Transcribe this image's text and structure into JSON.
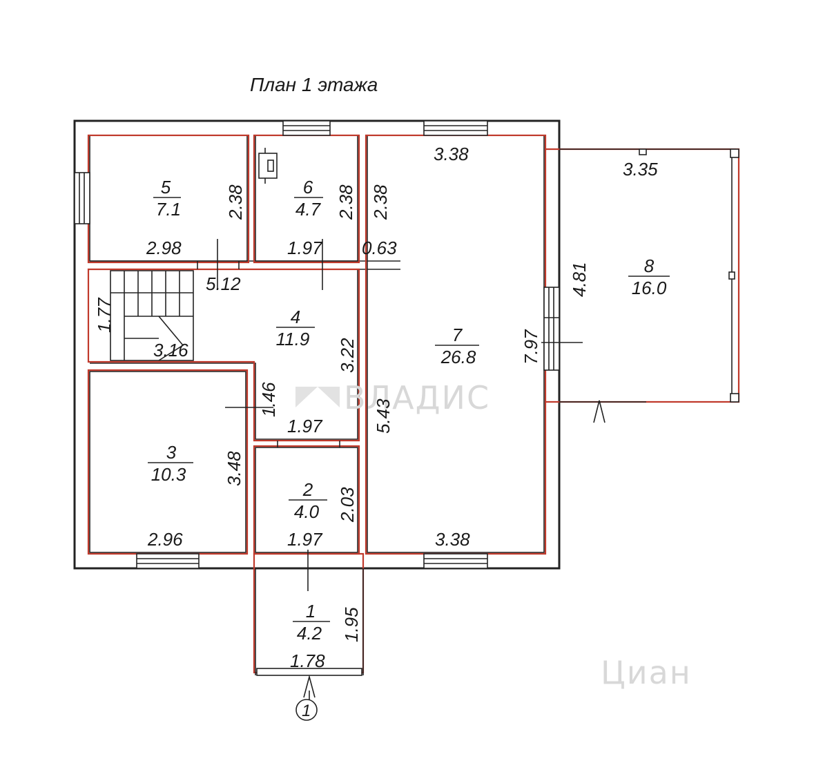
{
  "title": "План 1 этажа",
  "rooms": [
    {
      "id": "5",
      "area": "7.1"
    },
    {
      "id": "6",
      "area": "4.7"
    },
    {
      "id": "4",
      "area": "11.9"
    },
    {
      "id": "7",
      "area": "26.8"
    },
    {
      "id": "8",
      "area": "16.0"
    },
    {
      "id": "3",
      "area": "10.3"
    },
    {
      "id": "2",
      "area": "4.0"
    },
    {
      "id": "1",
      "area": "4.2"
    }
  ],
  "dimensions": {
    "r5_height": "2.38",
    "r5_width": "2.98",
    "r6_height": "2.38",
    "r6_width": "1.97",
    "r7_left_height": "2.38",
    "r7_top": "3.38",
    "r7_bottom": "3.38",
    "r7_height": "7.97",
    "r7_step": "0.63",
    "r4_left": "1.77",
    "r4_top": "5.12",
    "r4_stair": "3.16",
    "r4_height": "3.22",
    "r4_lower_height": "1.46",
    "r4_lower_width": "1.97",
    "corridor": "5.43",
    "r3_height": "3.48",
    "r3_width": "2.96",
    "r2_height": "2.03",
    "r2_width": "1.97",
    "r1_height": "1.95",
    "r1_width": "1.78",
    "r8_height": "4.81",
    "r8_width": "3.35"
  },
  "section_mark": "1",
  "watermarks": [
    "ВЛАДИС",
    "Циан"
  ]
}
